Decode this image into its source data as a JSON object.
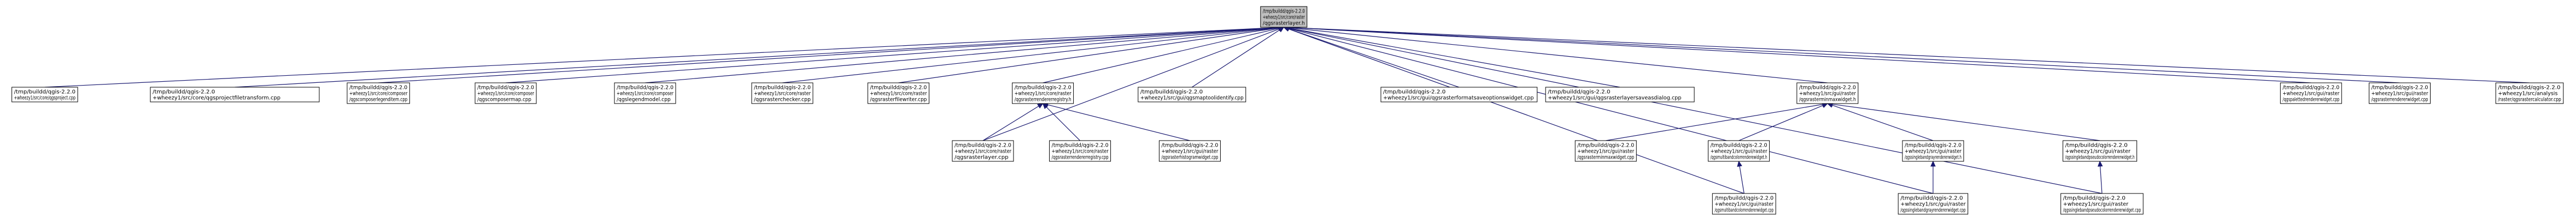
{
  "colors": {
    "edge": "#191970",
    "root_fill": "#bfbfbf",
    "node_fill": "#ffffff",
    "node_stroke": "#000000"
  },
  "root": {
    "id": "root",
    "lines": [
      "/tmp/buildd/qgis-2.2.0",
      "+wheezy1/src/core/raster",
      "/qgsrasterlayer.h"
    ]
  },
  "nodes": [
    {
      "id": "n1",
      "lines": [
        "/tmp/buildd/qgis-2.2.0",
        "+wheezy1/src/core/qgsproject.cpp"
      ]
    },
    {
      "id": "n2",
      "lines": [
        "/tmp/buildd/qgis-2.2.0",
        "+wheezy1/src/core/qgsprojectfiletransform.cpp"
      ]
    },
    {
      "id": "n3",
      "lines": [
        "/tmp/buildd/qgis-2.2.0",
        "+wheezy1/src/core/composer",
        "/qgscomposerlegenditem.cpp"
      ]
    },
    {
      "id": "n4",
      "lines": [
        "/tmp/buildd/qgis-2.2.0",
        "+wheezy1/src/core/composer",
        "/qgscomposermap.cpp"
      ]
    },
    {
      "id": "n5",
      "lines": [
        "/tmp/buildd/qgis-2.2.0",
        "+wheezy1/src/core/composer",
        "/qgslegendmodel.cpp"
      ]
    },
    {
      "id": "n6",
      "lines": [
        "/tmp/buildd/qgis-2.2.0",
        "+wheezy1/src/core/raster",
        "/qgsrasterchecker.cpp"
      ]
    },
    {
      "id": "n7",
      "lines": [
        "/tmp/buildd/qgis-2.2.0",
        "+wheezy1/src/core/raster",
        "/qgsrasterfilewriter.cpp"
      ]
    },
    {
      "id": "n8",
      "lines": [
        "/tmp/buildd/qgis-2.2.0",
        "+wheezy1/src/core/raster",
        "/qgsrasterrendererregistry.h"
      ]
    },
    {
      "id": "n9",
      "lines": [
        "/tmp/buildd/qgis-2.2.0",
        "+wheezy1/src/gui/qgsmaptoolidentify.cpp"
      ]
    },
    {
      "id": "n10",
      "lines": [
        "/tmp/buildd/qgis-2.2.0",
        "+wheezy1/src/gui/qgsrasterformatsaveoptionswidget.cpp"
      ]
    },
    {
      "id": "n11",
      "lines": [
        "/tmp/buildd/qgis-2.2.0",
        "+wheezy1/src/gui/qgsrasterlayersaveasdialog.cpp"
      ]
    },
    {
      "id": "n12",
      "lines": [
        "/tmp/buildd/qgis-2.2.0",
        "+wheezy1/src/gui/raster",
        "/qgsrasterminmaxwidget.h"
      ]
    },
    {
      "id": "n13",
      "lines": [
        "/tmp/buildd/qgis-2.2.0",
        "+wheezy1/src/gui/raster",
        "/qgspalettedrendererwidget.cpp"
      ]
    },
    {
      "id": "n14",
      "lines": [
        "/tmp/buildd/qgis-2.2.0",
        "+wheezy1/src/gui/raster",
        "/qgsrasterrendererwidget.cpp"
      ]
    },
    {
      "id": "n15",
      "lines": [
        "/tmp/buildd/qgis-2.2.0",
        "+wheezy1/src/analysis",
        "/raster/qgsrastercalculator.cpp"
      ]
    },
    {
      "id": "n16",
      "lines": [
        "/tmp/buildd/qgis-2.2.0",
        "+wheezy1/src/core/raster",
        "/qgsrasterlayer.cpp"
      ]
    },
    {
      "id": "n17",
      "lines": [
        "/tmp/buildd/qgis-2.2.0",
        "+wheezy1/src/core/raster",
        "/qgsrasterrendererregistry.cpp"
      ]
    },
    {
      "id": "n18",
      "lines": [
        "/tmp/buildd/qgis-2.2.0",
        "+wheezy1/src/gui/raster",
        "/qgsrasterhistogramwidget.cpp"
      ]
    },
    {
      "id": "n19",
      "lines": [
        "/tmp/buildd/qgis-2.2.0",
        "+wheezy1/src/gui/raster",
        "/qgsrasterminmaxwidget.cpp"
      ]
    },
    {
      "id": "n20",
      "lines": [
        "/tmp/buildd/qgis-2.2.0",
        "+wheezy1/src/gui/raster",
        "/qgsmultibandcolorrenderewidget.h"
      ]
    },
    {
      "id": "n21",
      "lines": [
        "/tmp/buildd/qgis-2.2.0",
        "+wheezy1/src/gui/raster",
        "/qgssinglebandgrayrendererwidget.h"
      ]
    },
    {
      "id": "n22",
      "lines": [
        "/tmp/buildd/qgis-2.2.0",
        "+wheezy1/src/gui/raster",
        "/qgssinglebandpseudocolorrendererwidget.h"
      ]
    },
    {
      "id": "n23",
      "lines": [
        "/tmp/buildd/qgis-2.2.0",
        "+wheezy1/src/gui/raster",
        "/qgsmultibandcolorrendererwidget.cpp"
      ]
    },
    {
      "id": "n24",
      "lines": [
        "/tmp/buildd/qgis-2.2.0",
        "+wheezy1/src/gui/raster",
        "/qgssinglebandgrayrendererwidget.cpp"
      ]
    },
    {
      "id": "n25",
      "lines": [
        "/tmp/buildd/qgis-2.2.0",
        "+wheezy1/src/gui/raster",
        "/qgssinglebandpseudocolorrendererwidget.cpp"
      ]
    }
  ],
  "edges": [
    {
      "from": "root",
      "to": "n1"
    },
    {
      "from": "root",
      "to": "n2"
    },
    {
      "from": "root",
      "to": "n3"
    },
    {
      "from": "root",
      "to": "n4"
    },
    {
      "from": "root",
      "to": "n5"
    },
    {
      "from": "root",
      "to": "n6"
    },
    {
      "from": "root",
      "to": "n7"
    },
    {
      "from": "root",
      "to": "n8"
    },
    {
      "from": "root",
      "to": "n9"
    },
    {
      "from": "root",
      "to": "n10"
    },
    {
      "from": "root",
      "to": "n11"
    },
    {
      "from": "root",
      "to": "n12"
    },
    {
      "from": "root",
      "to": "n13"
    },
    {
      "from": "root",
      "to": "n14"
    },
    {
      "from": "root",
      "to": "n15"
    },
    {
      "from": "root",
      "to": "n16"
    },
    {
      "from": "root",
      "to": "n23"
    },
    {
      "from": "root",
      "to": "n24"
    },
    {
      "from": "root",
      "to": "n25"
    },
    {
      "from": "n8",
      "to": "n16"
    },
    {
      "from": "n8",
      "to": "n17"
    },
    {
      "from": "n8",
      "to": "n18"
    },
    {
      "from": "n12",
      "to": "n19"
    },
    {
      "from": "n12",
      "to": "n20"
    },
    {
      "from": "n12",
      "to": "n21"
    },
    {
      "from": "n12",
      "to": "n22"
    },
    {
      "from": "n20",
      "to": "n23"
    },
    {
      "from": "n21",
      "to": "n24"
    },
    {
      "from": "n22",
      "to": "n25"
    }
  ]
}
